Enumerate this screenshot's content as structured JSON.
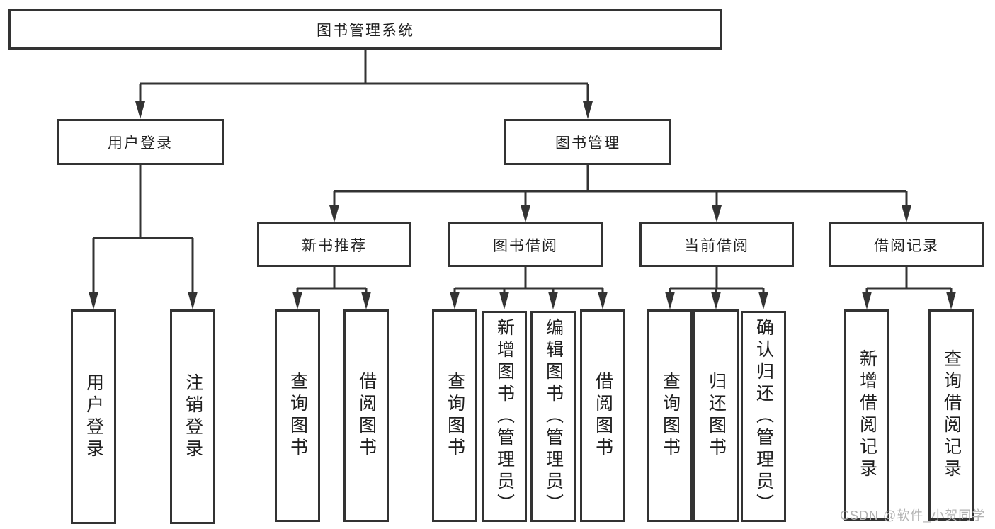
{
  "tree": {
    "root": {
      "label": "图书管理系统",
      "children": [
        {
          "label": "用户登录",
          "children": [
            {
              "label": "用户登录"
            },
            {
              "label": "注销登录"
            }
          ]
        },
        {
          "label": "图书管理",
          "children": [
            {
              "label": "新书推荐",
              "children": [
                {
                  "label": "查询图书"
                },
                {
                  "label": "借阅图书"
                }
              ]
            },
            {
              "label": "图书借阅",
              "children": [
                {
                  "label": "查询图书"
                },
                {
                  "label": "新增图书（管理员）"
                },
                {
                  "label": "编辑图书（管理员）"
                },
                {
                  "label": "借阅图书"
                }
              ]
            },
            {
              "label": "当前借阅",
              "children": [
                {
                  "label": "查询图书"
                },
                {
                  "label": "归还图书"
                },
                {
                  "label": "确认归还（管理员）"
                }
              ]
            },
            {
              "label": "借阅记录",
              "children": [
                {
                  "label": "新增借阅记录"
                },
                {
                  "label": "查询借阅记录"
                }
              ]
            }
          ]
        }
      ]
    }
  },
  "watermark": {
    "text": "CSDN @软件_小贺同学"
  },
  "colors": {
    "line": "#333333",
    "box_border": "#333333",
    "text": "#1f1f1f",
    "watermark": "#b2b2b2",
    "background": "#ffffff"
  }
}
